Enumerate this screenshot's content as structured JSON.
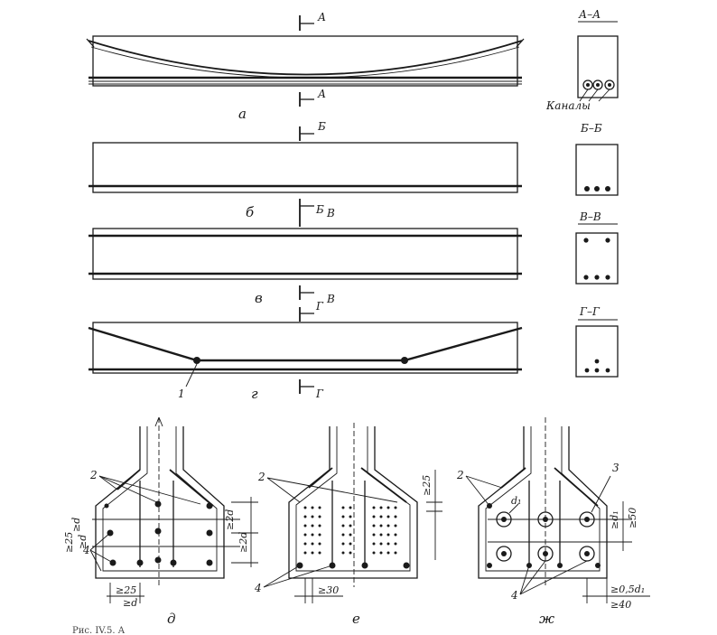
{
  "beams": [
    {
      "id": "a",
      "label": "а",
      "cut_top": "А",
      "cut_bottom": "А"
    },
    {
      "id": "b",
      "label": "б",
      "cut_top": "Б",
      "cut_bottom": "Б"
    },
    {
      "id": "v",
      "label": "в",
      "cut_top": "В",
      "cut_bottom": "В"
    },
    {
      "id": "g",
      "label": "г",
      "cut_top": "Г",
      "cut_bottom": "Г",
      "marker": "1"
    }
  ],
  "sections": [
    {
      "id": "aa",
      "title": "А–А",
      "note": "Каналы"
    },
    {
      "id": "bb",
      "title": "Б–Б"
    },
    {
      "id": "vv",
      "title": "В–В"
    },
    {
      "id": "gg",
      "title": "Г–Г"
    }
  ],
  "details": [
    {
      "id": "d",
      "label": "д",
      "callouts": [
        "2",
        "4"
      ],
      "dims": {
        "dia": "≥d",
        "vert1": "≥2d",
        "vert2": "≥2d",
        "left1": "≥25",
        "left2": "≥d",
        "bottom1": "≥25",
        "bottom2": "≥d"
      }
    },
    {
      "id": "e",
      "label": "е",
      "callouts": [
        "2",
        "4"
      ],
      "dims": {
        "right": "≥25",
        "bottom": "≥30"
      }
    },
    {
      "id": "zh",
      "label": "ж",
      "callouts": [
        "2",
        "3",
        "4"
      ],
      "dims": {
        "dia": "d₁",
        "right1": "≥d₁",
        "right2": "≥50",
        "bottom1": "≥0,5d₁",
        "bottom2": "≥40"
      }
    }
  ],
  "caption": "Рис. IV.5. А"
}
